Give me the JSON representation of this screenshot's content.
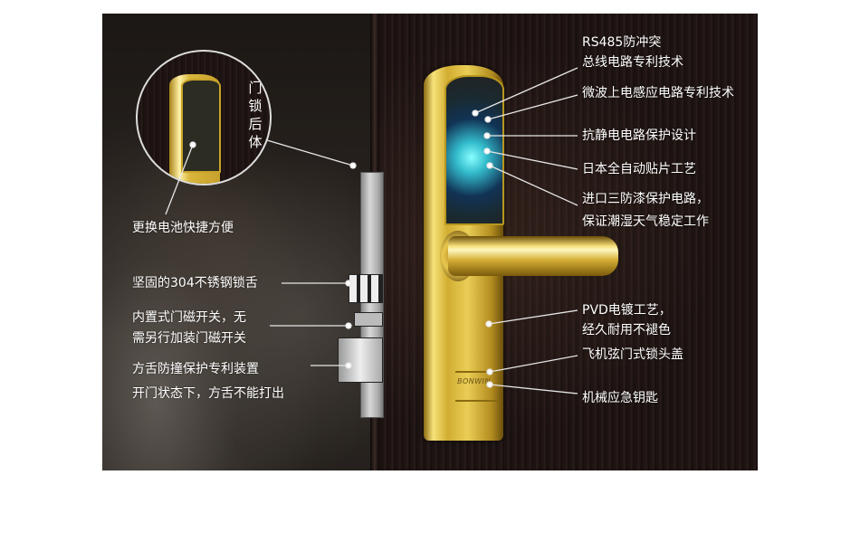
{
  "image": {
    "subject": "smart door lock product feature annotations",
    "brand_mark": "BONWIN",
    "inset": {
      "label": "门锁后体",
      "chars": [
        "门",
        "锁",
        "后",
        "体"
      ]
    },
    "left_callouts": [
      {
        "id": "battery",
        "lines": [
          "更换电池快捷方便"
        ]
      },
      {
        "id": "latch",
        "lines": [
          "坚固的304不锈钢锁舌"
        ]
      },
      {
        "id": "magnetic",
        "lines": [
          "内置式门磁开关，无",
          "需另行加装门磁开关"
        ]
      },
      {
        "id": "deadbolt",
        "lines": [
          "方舌防撞保护专利装置",
          "开门状态下，方舌不能打出"
        ]
      }
    ],
    "right_callouts": [
      {
        "id": "rs485",
        "lines": [
          "RS485防冲突",
          "总线电路专利技术"
        ]
      },
      {
        "id": "microwave",
        "lines": [
          "微波上电感应电路专利技术"
        ]
      },
      {
        "id": "antistatic",
        "lines": [
          "抗静电电路保护设计"
        ]
      },
      {
        "id": "smt",
        "lines": [
          "日本全自动贴片工艺"
        ]
      },
      {
        "id": "coating",
        "lines": [
          "进口三防漆保护电路，",
          "保证潮湿天气稳定工作"
        ]
      },
      {
        "id": "pvd",
        "lines": [
          "PVD电镀工艺，",
          "经久耐用不褪色"
        ]
      },
      {
        "id": "cover",
        "lines": [
          "飞机弦门式锁头盖"
        ]
      },
      {
        "id": "key",
        "lines": [
          "机械应急钥匙"
        ]
      }
    ],
    "colors": {
      "background": "#ffffff",
      "door": "#1c1312",
      "gold": "#d2ad32",
      "text": "#ffffff",
      "line": "#e6e6e6"
    }
  }
}
